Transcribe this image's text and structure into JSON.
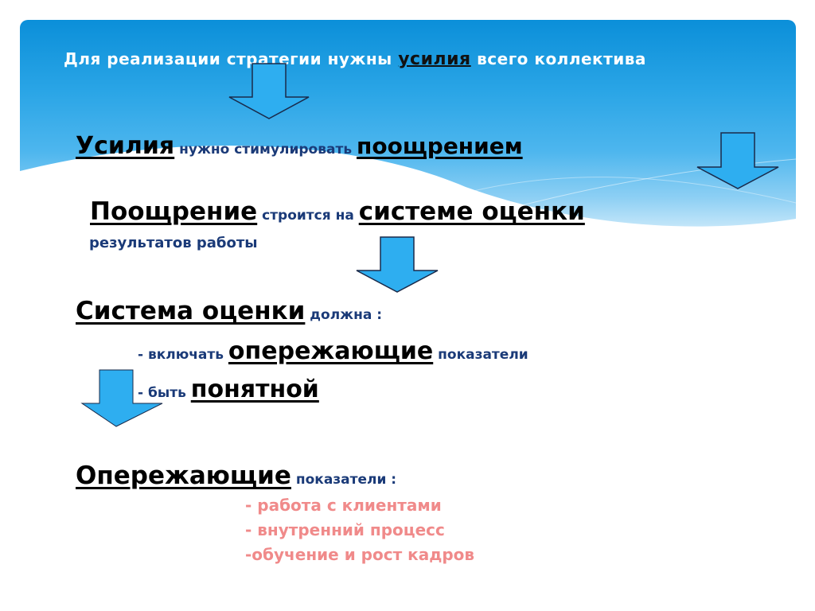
{
  "slide": {
    "title_pre": "Для реализации стратегии нужны ",
    "title_kw": "усилия",
    "title_post": " всего коллектива",
    "line1": {
      "kw1": "Усилия",
      "mid": " нужно стимулировать ",
      "kw2": "поощрением"
    },
    "line2": {
      "kw1": "Поощрение",
      "mid": " строится на ",
      "kw2": "системе оценки",
      "cont": "результатов работы"
    },
    "line3": {
      "kw1": "Система оценки",
      "mid": " должна :"
    },
    "bullets": [
      {
        "pre": "- включать ",
        "kw": "опережающие",
        "post": " показатели"
      },
      {
        "pre": "- быть ",
        "kw": "понятной",
        "post": ""
      }
    ],
    "line4": {
      "kw1": "Опережающие",
      "mid": " показатели :"
    },
    "indicators": [
      "- работа с клиентами",
      "- внутренний процесс",
      "-обучение и рост кадров"
    ],
    "colors": {
      "arrow_fill": "#2eaef0",
      "arrow_stroke": "#1a2a4a",
      "header_blue": "#0b8fd9",
      "indicator_pink": "#f08a8a",
      "subtext_navy": "#1a3a78"
    }
  }
}
